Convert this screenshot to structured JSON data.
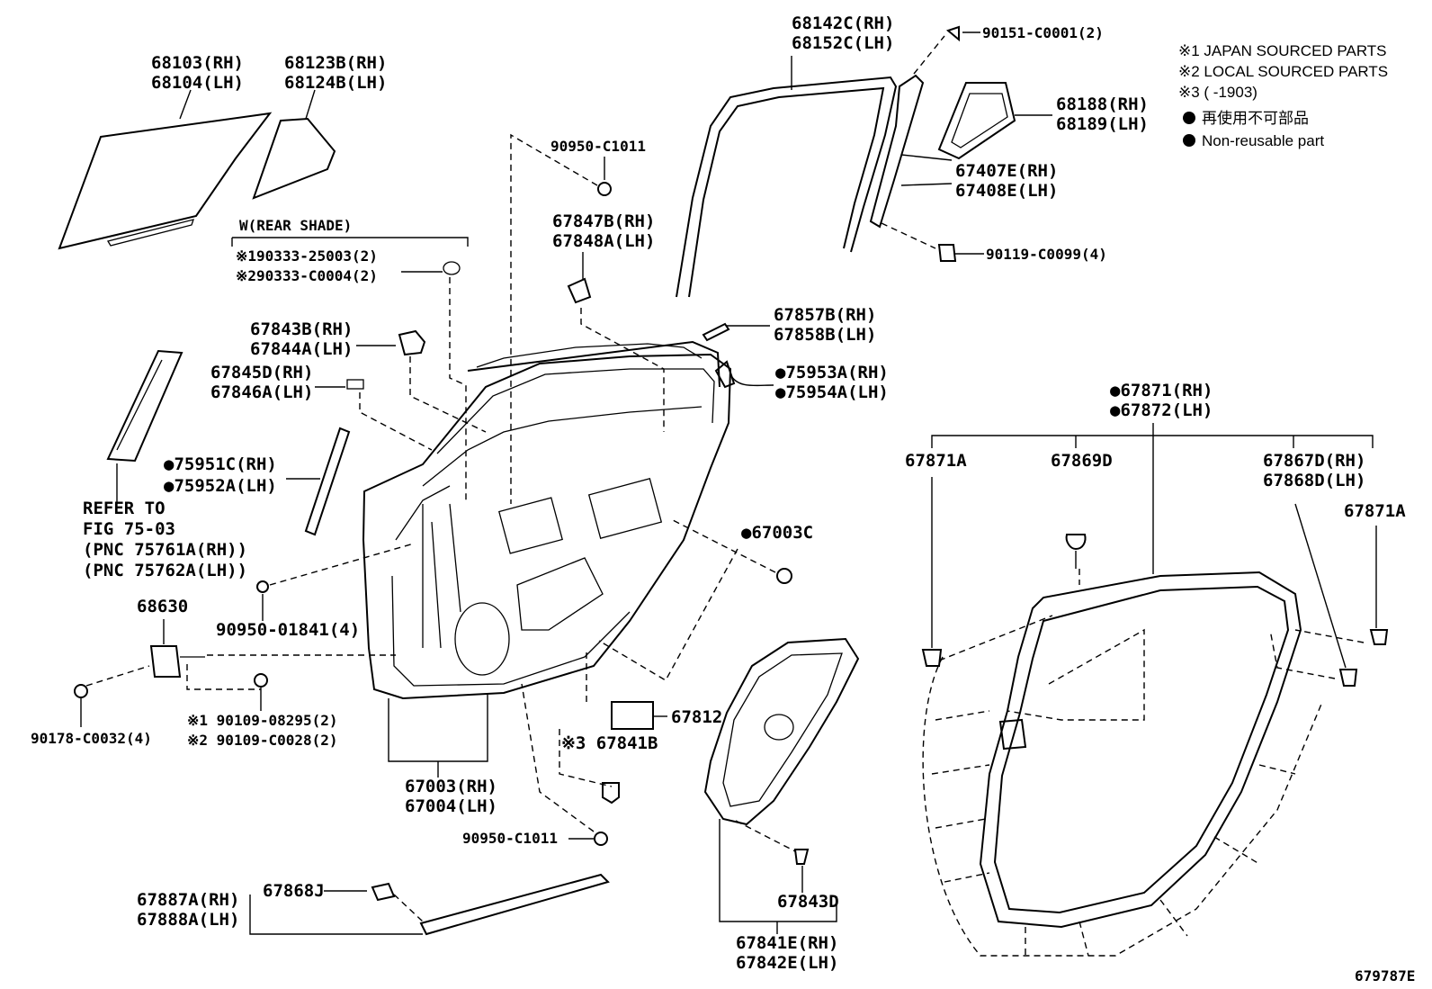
{
  "diagram": {
    "figure_id": "679787E",
    "notes": [
      "※1 JAPAN SOURCED PARTS",
      "※2 LOCAL SOURCED PARTS",
      "※3 (        -1903)",
      "再使用不可部品",
      "Non-reusable part"
    ],
    "labels": {
      "p68103_rh": "68103(RH)",
      "p68104_lh": "68104(LH)",
      "p68123b_rh": "68123B(RH)",
      "p68124b_lh": "68124B(LH)",
      "rear_shade": "W(REAR SHADE)",
      "p90333_25003": "※190333-25003(2)",
      "p90333_c0004": "※290333-C0004(2)",
      "p67843b_rh": "67843B(RH)",
      "p67844a_lh": "67844A(LH)",
      "p67845d_rh": "67845D(RH)",
      "p67846a_lh": "67846A(LH)",
      "p75951c_rh": "●75951C(RH)",
      "p75952a_lh": "●75952A(LH)",
      "refer_1": "REFER TO",
      "refer_2": "FIG 75-03",
      "refer_3": "(PNC 75761A(RH))",
      "refer_4": "(PNC 75762A(LH))",
      "p68630": "68630",
      "p90950_01841": "90950-01841(4)",
      "p90178_c0032": "90178-C0032(4)",
      "p90109_08295": "※1 90109-08295(2)",
      "p90109_c0028": "※2 90109-C0028(2)",
      "p67003_rh": "67003(RH)",
      "p67004_lh": "67004(LH)",
      "p90950_c1011_top": "90950-C1011",
      "p90950_c1011_bot": "90950-C1011",
      "p67847b_rh": "67847B(RH)",
      "p67848a_lh": "67848A(LH)",
      "p68142c_rh": "68142C(RH)",
      "p68152c_lh": "68152C(LH)",
      "p90151_c0001": "90151-C0001(2)",
      "p68188_rh": "68188(RH)",
      "p68189_lh": "68189(LH)",
      "p67407e_rh": "67407E(RH)",
      "p67408e_lh": "67408E(LH)",
      "p90119_c0099": "90119-C0099(4)",
      "p67857b_rh": "67857B(RH)",
      "p67858b_lh": "67858B(LH)",
      "p75953a_rh": "●75953A(RH)",
      "p75954a_lh": "●75954A(LH)",
      "p67003c": "●67003C",
      "p67812": "67812",
      "p67841b": "※3 67841B",
      "p67887a_rh": "67887A(RH)",
      "p67888a_lh": "67888A(LH)",
      "p67868j": "67868J",
      "p67841e_rh": "67841E(RH)",
      "p67842e_lh": "67842E(LH)",
      "p67843d": "67843D",
      "p67871_rh": "●67871(RH)",
      "p67872_lh": "●67872(LH)",
      "p67871a_l": "67871A",
      "p67869d": "67869D",
      "p67867d_rh": "67867D(RH)",
      "p67868d_lh": "67868D(LH)",
      "p67871a_r": "67871A"
    }
  }
}
